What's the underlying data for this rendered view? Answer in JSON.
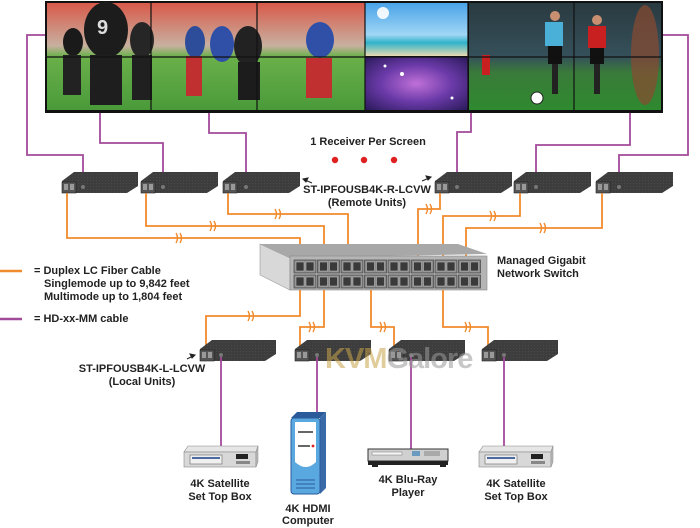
{
  "diagram": {
    "title_note": "1 Receiver Per Screen",
    "remote_units_label": {
      "model": "ST-IPFOUSB4K-R-LCVW",
      "sub": "(Remote Units)"
    },
    "local_units_label": {
      "model": "ST-IPFOUSB4K-L-LCVW",
      "sub": "(Local Units)"
    },
    "switch_label": {
      "line1": "Managed Gigabit",
      "line2": "Network Switch"
    },
    "legend": [
      {
        "key": "fiber",
        "color": "#f08a2c",
        "line1": "= Duplex LC Fiber Cable",
        "line2": "Singlemode up to 9,842 feet",
        "line3": "Multimode up to 1,804 feet"
      },
      {
        "key": "hdmi",
        "color": "#a24a9a",
        "line1": "= HD-xx-MM cable"
      }
    ],
    "sources": [
      {
        "name": "satellite-box-1",
        "line1": "4K Satellite",
        "line2": "Set Top Box"
      },
      {
        "name": "computer",
        "line1": "4K HDMI",
        "line2": "Computer"
      },
      {
        "name": "bluray",
        "line1": "4K Blu-Ray",
        "line2": "Player"
      },
      {
        "name": "satellite-box-2",
        "line1": "4K Satellite",
        "line2": "Set Top Box"
      }
    ],
    "video_wall": {
      "screens_count": 12,
      "content": [
        "American football",
        "Beach / Galaxy",
        "Soccer"
      ]
    },
    "watermark": {
      "part1": "KVM",
      "part2": "Galore"
    },
    "colors": {
      "fiber": "#f08a2c",
      "hdmi": "#a24a9a",
      "device": "#3a3a3a",
      "switch": "#b5b5b5",
      "dots": "#e02020"
    }
  }
}
